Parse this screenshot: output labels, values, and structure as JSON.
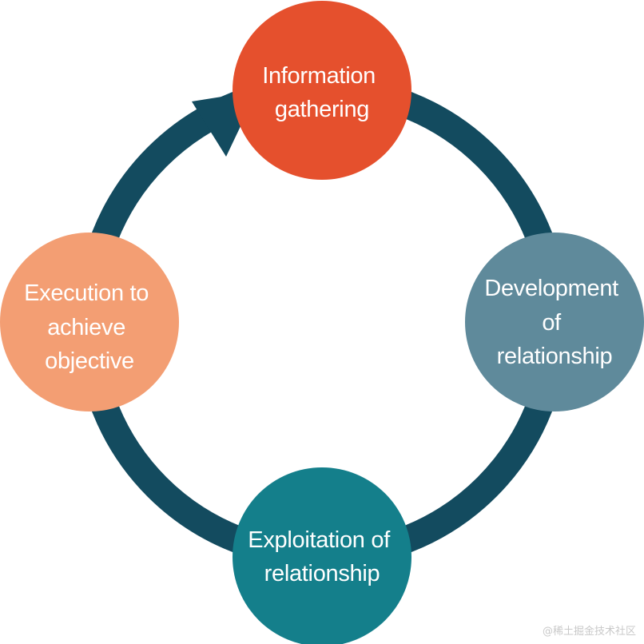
{
  "diagram": {
    "type": "cycle",
    "ring_color": "#134b5f",
    "nodes": [
      {
        "id": "information-gathering",
        "lines": [
          "Information",
          "gathering"
        ],
        "color": "#e5502d"
      },
      {
        "id": "development-of-relationship",
        "lines": [
          "Development",
          "of",
          "relationship"
        ],
        "color": "#5f8a9b"
      },
      {
        "id": "exploitation-of-relationship",
        "lines": [
          "Exploitation of",
          "relationship"
        ],
        "color": "#147f8b"
      },
      {
        "id": "execution-to-achieve-objective",
        "lines": [
          "Execution to",
          "achieve",
          "objective"
        ],
        "color": "#f39e73"
      }
    ],
    "edges": [
      {
        "from": "information-gathering",
        "to": "development-of-relationship"
      },
      {
        "from": "development-of-relationship",
        "to": "exploitation-of-relationship"
      },
      {
        "from": "exploitation-of-relationship",
        "to": "execution-to-achieve-objective"
      },
      {
        "from": "execution-to-achieve-objective",
        "to": "information-gathering",
        "arrowhead": true
      }
    ]
  },
  "watermark": "@稀土掘金技术社区"
}
